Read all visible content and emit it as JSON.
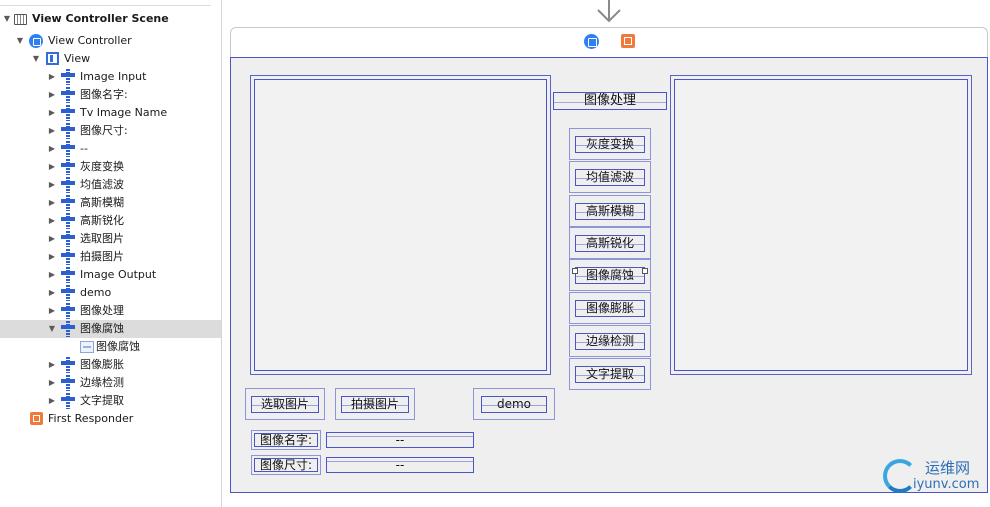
{
  "outline": {
    "scene": "View Controller Scene",
    "view_controller": "View Controller",
    "view": "View",
    "children": [
      "Image Input",
      "图像名字:",
      "Tv Image Name",
      "图像尺寸:",
      "--",
      "灰度变换",
      "均值滤波",
      "高斯模糊",
      "高斯锐化",
      "选取图片",
      "拍摄图片",
      "Image Output",
      "demo",
      "图像处理",
      "图像腐蚀"
    ],
    "selected_child_label": "图像腐蚀",
    "after_children": [
      "图像膨胀",
      "边缘检测",
      "文字提取"
    ],
    "first_responder": "First Responder"
  },
  "canvas": {
    "title_label": "图像处理",
    "process_buttons": [
      "灰度变换",
      "均值滤波",
      "高斯模糊",
      "高斯锐化",
      "图像腐蚀",
      "图像膨胀",
      "边缘检测",
      "文字提取"
    ],
    "bottom_buttons": {
      "pick": "选取图片",
      "capture": "拍摄图片",
      "demo": "demo"
    },
    "info": {
      "name_label": "图像名字:",
      "name_value": "--",
      "size_label": "图像尺寸:",
      "size_value": "--"
    }
  },
  "watermark": {
    "cn": "运维网",
    "en": "iyunv.com"
  },
  "colors": {
    "constraint_blue": "#2c5fd0",
    "frame_blue": "#4a55c9",
    "view_bg": "#efefef",
    "vc_icon": "#2f7ff0",
    "first_responder_icon": "#f07a3a",
    "selected_row": "#dcdcdc"
  },
  "icons": {
    "scene": "storyboard-scene-icon",
    "view_controller": "view-controller-icon",
    "view": "view-icon",
    "outlet": "constraint-icon",
    "label": "label-icon",
    "first_responder": "first-responder-cube-icon"
  }
}
